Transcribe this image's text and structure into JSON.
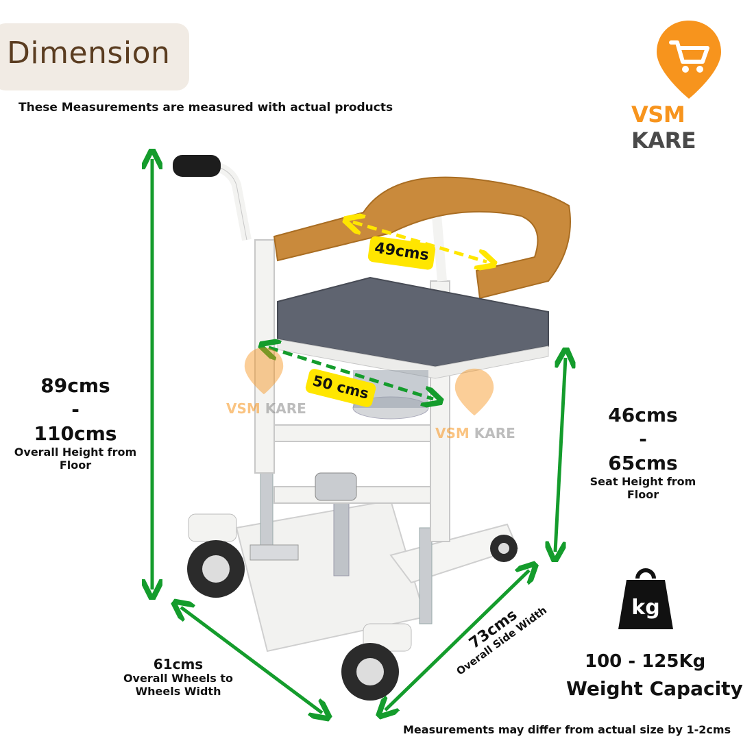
{
  "header": {
    "title": "Dimension",
    "subtitle": "These Measurements are measured with actual products"
  },
  "brand": {
    "name_part1": "VSM",
    "name_part2": "KARE",
    "logo_icon": "cart-pin-icon",
    "accent_color": "#f7941d",
    "watermark_part1": "VSM",
    "watermark_part2": "KARE"
  },
  "dimensions": {
    "overall_height": {
      "min": "89cms",
      "sep": "-",
      "max": "110cms",
      "label": "Overall Height from Floor"
    },
    "seat_height": {
      "min": "46cms",
      "sep": "-",
      "max": "65cms",
      "label": "Seat Height from Floor"
    },
    "backrest_width": {
      "value": "49cms"
    },
    "seat_width": {
      "value": "50 cms"
    },
    "wheels_width": {
      "value": "61cms",
      "label": "Overall Wheels to Wheels Width"
    },
    "side_width": {
      "value": "73cms",
      "label": "Overall Side Width"
    }
  },
  "weight": {
    "icon": "kg-weight-icon",
    "icon_text": "kg",
    "range": "100 - 125Kg",
    "label": "Weight Capacity"
  },
  "footnote": "Measurements may differ from actual size by 1-2cms",
  "colors": {
    "arrow_green": "#149c2c",
    "arrow_yellow": "#ffe600",
    "seat_orange": "#c98a3c",
    "cushion_grey": "#5f6470",
    "frame_white": "#f3f3f1"
  }
}
